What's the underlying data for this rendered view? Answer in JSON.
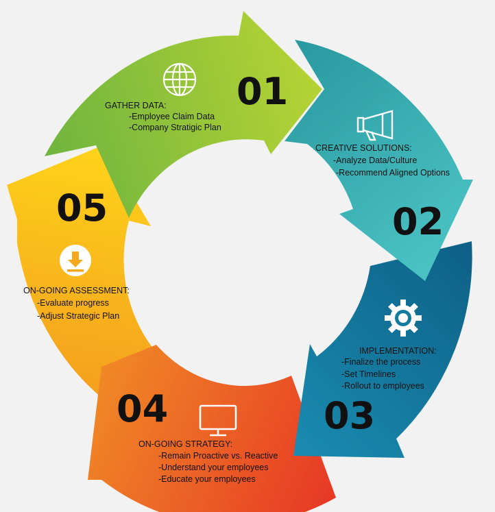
{
  "colors": {
    "background": "#f2f2f2",
    "stage_01": [
      "#6eb43f",
      "#b6d334"
    ],
    "stage_02": [
      "#2a9aa0",
      "#4ec7c8"
    ],
    "stage_03": [
      "#0e5f86",
      "#1a8db1"
    ],
    "stage_04": [
      "#e73a25",
      "#f08a26"
    ],
    "stage_05": [
      "#f7b61c",
      "#ffd21a"
    ],
    "icon_color": "#ffffff"
  },
  "stages": [
    {
      "number": "01",
      "title": "GATHER DATA:",
      "items": [
        "-Employee Claim Data",
        "-Company Stratigic Plan"
      ],
      "icon": "globe-icon"
    },
    {
      "number": "02",
      "title": "CREATIVE SOLUTIONS:",
      "items": [
        "-Analyze Data/Culture",
        "-Recommend Aligned Options"
      ],
      "icon": "megaphone-icon"
    },
    {
      "number": "03",
      "title": "IMPLEMENTATION:",
      "items": [
        "-Finalize the process",
        "-Set Timelines",
        "-Rollout to employees"
      ],
      "icon": "gear-icon"
    },
    {
      "number": "04",
      "title": "ON-GOING STRATEGY:",
      "items": [
        "-Remain Proactive vs. Reactive",
        "-Understand your employees",
        "-Educate your employees"
      ],
      "icon": "monitor-icon"
    },
    {
      "number": "05",
      "title": "ON-GOING ASSESSMENT:",
      "items": [
        "-Evaluate progress",
        "-Adjust Strategic Plan"
      ],
      "icon": "download-icon"
    }
  ]
}
